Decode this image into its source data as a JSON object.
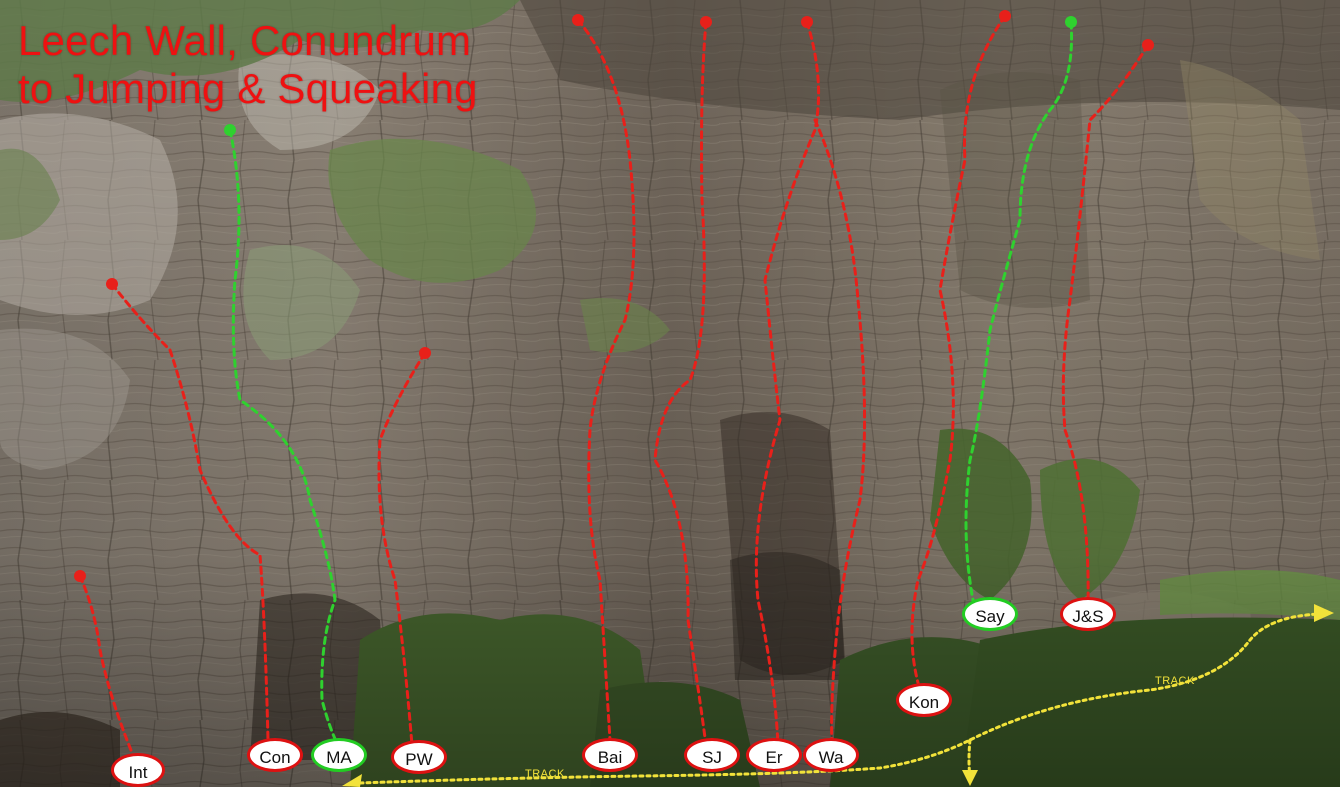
{
  "title": {
    "line1": "Leech Wall, Conundrum",
    "line2": "to Jumping & Squeaking"
  },
  "routes": [
    {
      "id": "int",
      "label": "Int",
      "color": "red"
    },
    {
      "id": "con",
      "label": "Con",
      "color": "red"
    },
    {
      "id": "ma",
      "label": "MA",
      "color": "green"
    },
    {
      "id": "pw",
      "label": "PW",
      "color": "red"
    },
    {
      "id": "bai",
      "label": "Bai",
      "color": "red"
    },
    {
      "id": "sj",
      "label": "SJ",
      "color": "red"
    },
    {
      "id": "er",
      "label": "Er",
      "color": "red"
    },
    {
      "id": "wa",
      "label": "Wa",
      "color": "red"
    },
    {
      "id": "kon",
      "label": "Kon",
      "color": "red"
    },
    {
      "id": "say",
      "label": "Say",
      "color": "green"
    },
    {
      "id": "js",
      "label": "J&S",
      "color": "red"
    }
  ],
  "track": {
    "label_bottom": "TRACK",
    "label_right": "TRACK"
  },
  "colors": {
    "title": "#ee1111",
    "route_red": "#e8201a",
    "route_green": "#2fd12f",
    "track": "#f2e23a"
  }
}
